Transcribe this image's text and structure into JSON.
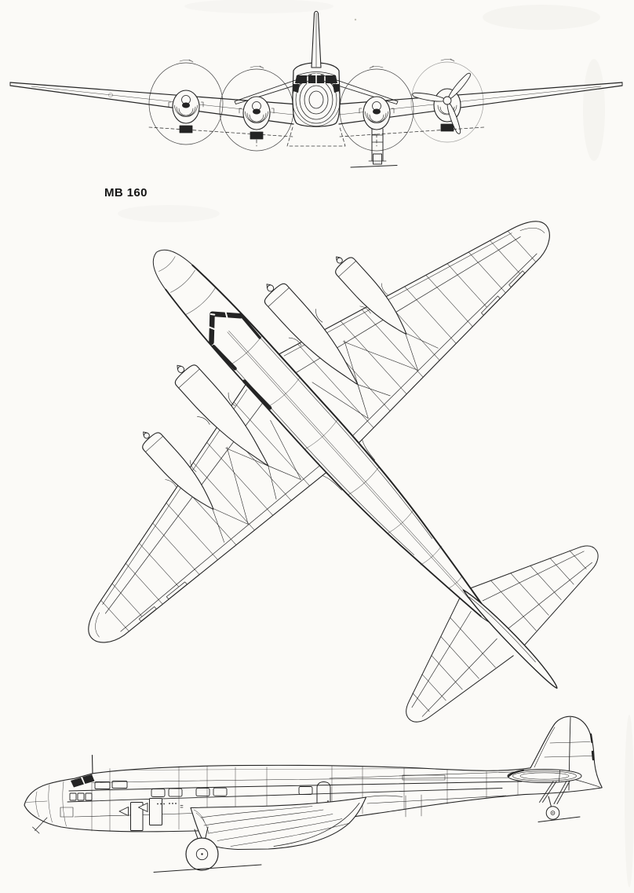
{
  "drawing": {
    "designation": "MB 160",
    "subject": "four-engine low-wing monoplane, three-view general arrangement",
    "views": [
      "front-view",
      "plan-view",
      "side-view"
    ],
    "colors": {
      "ink": "#242424",
      "paper": "#fbfaf7"
    }
  }
}
